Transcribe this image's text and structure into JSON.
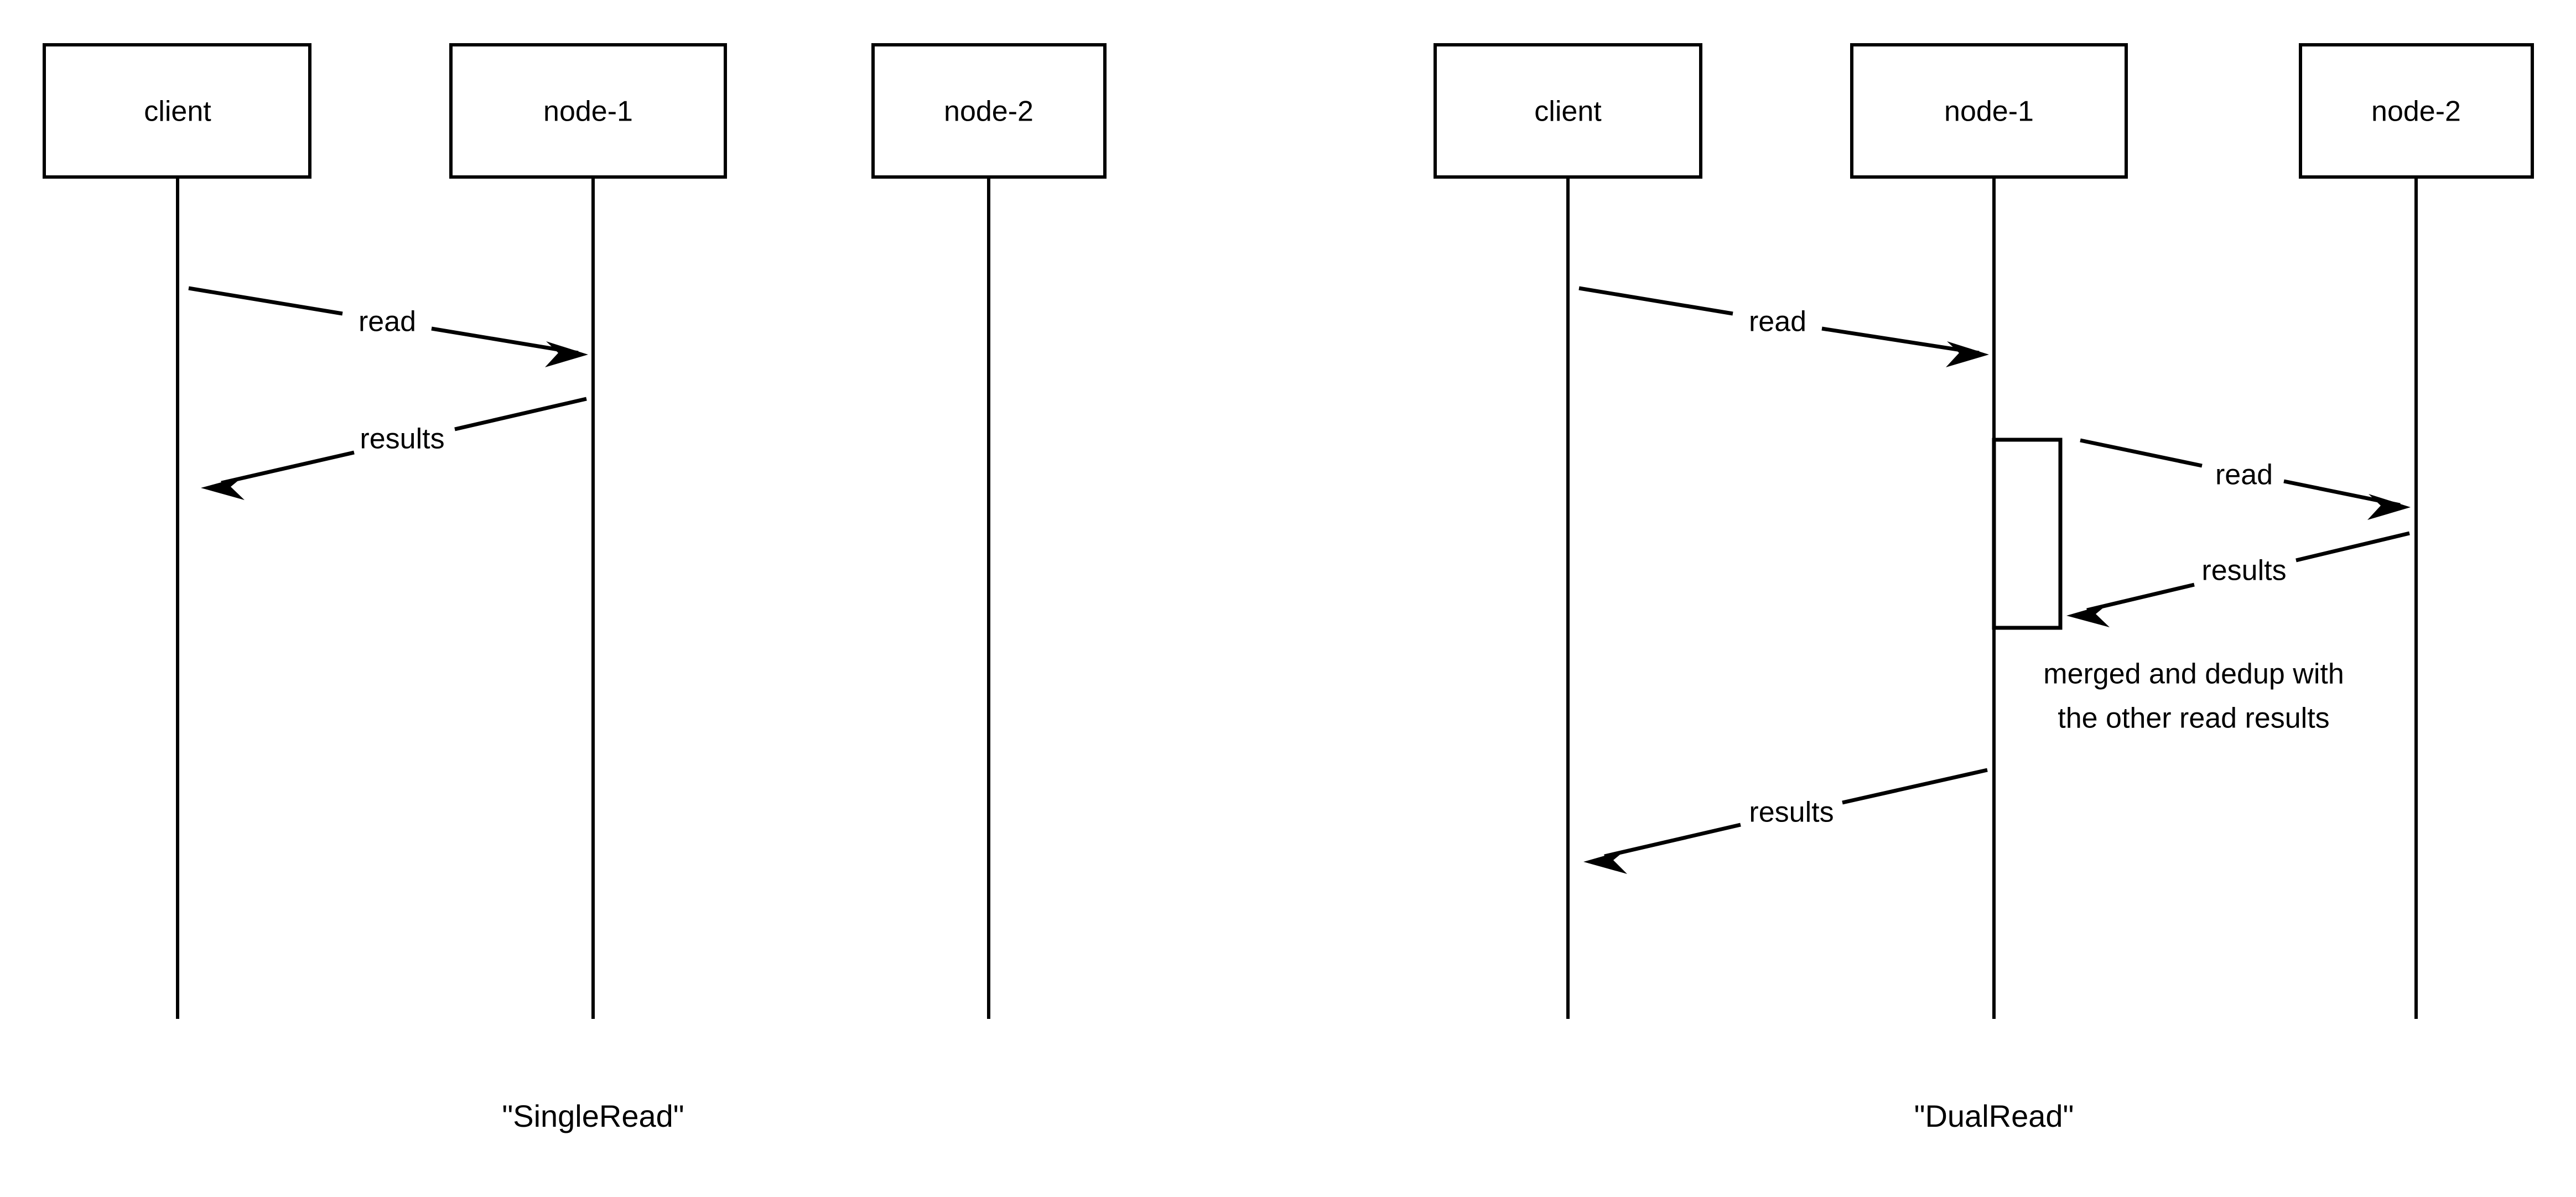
{
  "figure": {
    "title": "",
    "background_color": "#ffffff",
    "stroke_color": "#000000",
    "type": "sequence-diagram-pair"
  },
  "diagrams": [
    {
      "id": "single-read",
      "caption": "\"SingleRead\"",
      "participants": [
        {
          "id": "client",
          "label": "client"
        },
        {
          "id": "node-1",
          "label": "node-1"
        },
        {
          "id": "node-2",
          "label": "node-2"
        }
      ],
      "messages": [
        {
          "id": "m1",
          "label": "read",
          "from": "client",
          "to": "node-1",
          "direction": "right"
        },
        {
          "id": "m2",
          "label": "results",
          "from": "node-1",
          "to": "client",
          "direction": "left"
        }
      ],
      "activations": [],
      "notes": []
    },
    {
      "id": "dual-read",
      "caption": "\"DualRead\"",
      "participants": [
        {
          "id": "client",
          "label": "client"
        },
        {
          "id": "node-1",
          "label": "node-1"
        },
        {
          "id": "node-2",
          "label": "node-2"
        }
      ],
      "messages": [
        {
          "id": "m1",
          "label": "read",
          "from": "client",
          "to": "node-1",
          "direction": "right"
        },
        {
          "id": "m2",
          "label": "read",
          "from": "node-1",
          "to": "node-2",
          "direction": "right"
        },
        {
          "id": "m3",
          "label": "results",
          "from": "node-2",
          "to": "node-1",
          "direction": "left"
        },
        {
          "id": "m4",
          "label": "results",
          "from": "node-1",
          "to": "client",
          "direction": "left"
        }
      ],
      "activations": [
        {
          "id": "a1",
          "on": "node-1"
        }
      ],
      "notes": [
        {
          "id": "n1",
          "near": "node-1",
          "lines": [
            "merged and dedup with",
            "the other read results"
          ]
        }
      ]
    }
  ]
}
